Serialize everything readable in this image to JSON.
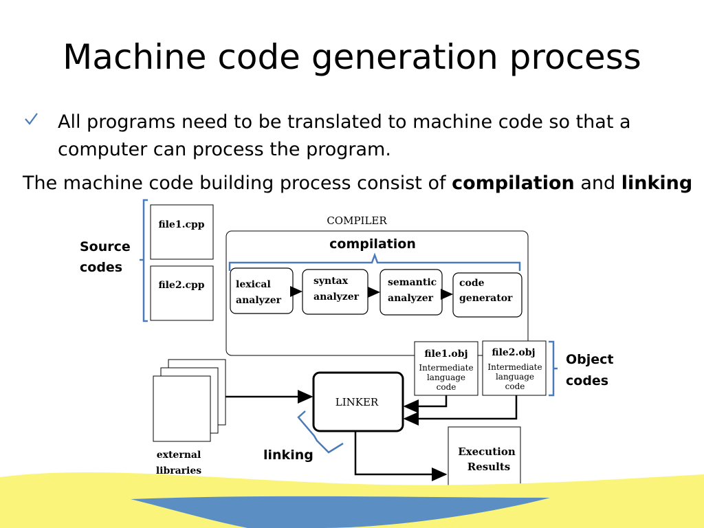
{
  "title": "Machine code generation process",
  "bullet": {
    "text": "All programs need to be translated to machine code so that a computer can process the program.",
    "icon": "check-icon"
  },
  "sentence": {
    "prefix": "The machine code building process consist of ",
    "term1": "compilation",
    "middle": " and ",
    "term2": "linking"
  },
  "diagram": {
    "source_files": [
      "file1.cpp",
      "file2.cpp"
    ],
    "source_label": [
      "Source",
      "codes"
    ],
    "compiler_label": "COMPILER",
    "compilation_label": "compilation",
    "stages": [
      [
        "lexical",
        "analyzer"
      ],
      [
        "syntax",
        "analyzer"
      ],
      [
        "semantic",
        "analyzer"
      ],
      [
        "code",
        "generator"
      ]
    ],
    "object_files": [
      {
        "name": "file1.obj",
        "desc": [
          "Intermediate",
          "language",
          "code"
        ]
      },
      {
        "name": "file2.obj",
        "desc": [
          "Intermediate",
          "language",
          "code"
        ]
      }
    ],
    "object_label": [
      "Object",
      "codes"
    ],
    "linker_label": "LINKER",
    "linking_label": "linking",
    "libraries_label": [
      "external",
      "libraries"
    ],
    "results_label": [
      "Execution",
      "Results"
    ]
  },
  "colors": {
    "brace": "#4a7ab8",
    "footer_blue": "#5b8fc4",
    "footer_yellow": "#fbf47a"
  }
}
